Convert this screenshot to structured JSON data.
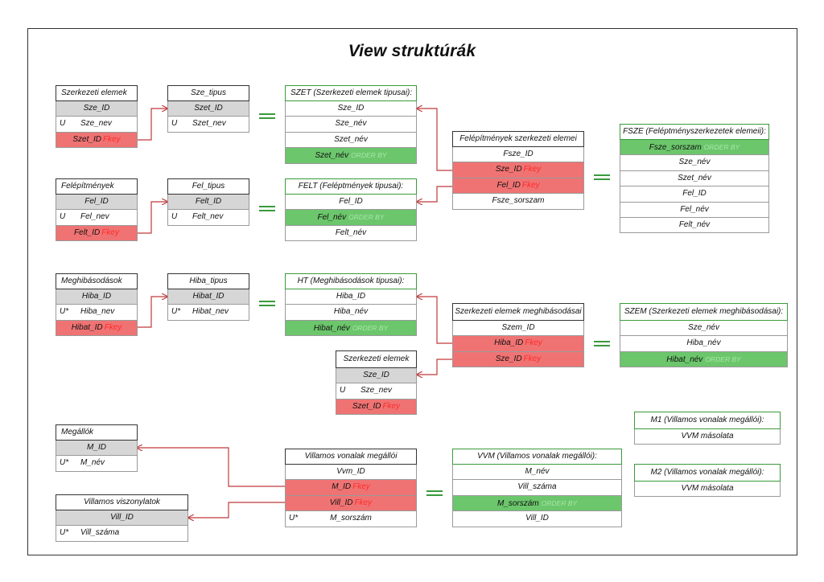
{
  "title": "View struktúrák",
  "tables": [
    {
      "id": "szerk",
      "name": "szerkezeti-elemek-table",
      "header": "Szerkezeti elemek",
      "rows": [
        {
          "text": "Sze_ID",
          "type": "key"
        },
        {
          "text": "Sze_nev",
          "prefix": "U",
          "type": "plain",
          "left": true
        },
        {
          "text": "Szet_ID",
          "tag": "Fkey",
          "type": "fk"
        }
      ]
    },
    {
      "id": "szetip",
      "name": "sze-tipus-table",
      "header": "Sze_tipus",
      "center": true,
      "rows": [
        {
          "text": "Szet_ID",
          "type": "key"
        },
        {
          "text": "Szet_nev",
          "prefix": "U",
          "type": "plain",
          "left": true
        }
      ]
    },
    {
      "id": "szet",
      "name": "szet-view",
      "header": "SZET (Szerkezeti elemek tipusai):",
      "green": true,
      "rows": [
        {
          "text": "Sze_ID",
          "type": "plain"
        },
        {
          "text": "Sze_név",
          "type": "plain"
        },
        {
          "text": "Szet_név",
          "type": "plain"
        },
        {
          "text": "Szet_név",
          "tag": "ORDER BY",
          "type": "ord"
        }
      ]
    },
    {
      "id": "felsz",
      "name": "felepitmenyek-szerkezeti-elemei-table",
      "header": "Felépítmények szerkezeti elemei",
      "center": true,
      "rows": [
        {
          "text": "Fsze_ID",
          "type": "plain"
        },
        {
          "text": "Sze_ID",
          "tag": "Fkey",
          "type": "fk"
        },
        {
          "text": "Fel_ID",
          "tag": "Fkey",
          "type": "fk"
        },
        {
          "text": "Fsze_sorszam",
          "type": "plain"
        }
      ]
    },
    {
      "id": "fsze",
      "name": "fsze-view",
      "header": "FSZE (Feléptményszerkezetek elemeii):",
      "green": true,
      "center": true,
      "rows": [
        {
          "text": "Fsze_sorszam",
          "tag": "ORDER BY",
          "type": "ord"
        },
        {
          "text": "Sze_név",
          "type": "plain"
        },
        {
          "text": "Szet_név",
          "type": "plain"
        },
        {
          "text": "Fel_ID",
          "type": "plain"
        },
        {
          "text": "Fel_név",
          "type": "plain"
        },
        {
          "text": "Felt_név",
          "type": "plain"
        }
      ]
    },
    {
      "id": "fel",
      "name": "felepitmenyek-table",
      "header": "Felépítmények",
      "rows": [
        {
          "text": "Fel_ID",
          "type": "key"
        },
        {
          "text": "Fel_nev",
          "prefix": "U",
          "type": "plain",
          "left": true
        },
        {
          "text": "Felt_ID",
          "tag": "Fkey",
          "type": "fk"
        }
      ]
    },
    {
      "id": "feltip",
      "name": "fel-tipus-table",
      "header": "Fel_tipus",
      "center": true,
      "rows": [
        {
          "text": "Felt_ID",
          "type": "key"
        },
        {
          "text": "Felt_nev",
          "prefix": "U",
          "type": "plain",
          "left": true
        }
      ]
    },
    {
      "id": "felt",
      "name": "felt-view",
      "header": "FELT (Feléptmények tipusai):",
      "green": true,
      "center": true,
      "rows": [
        {
          "text": "Fel_ID",
          "type": "plain"
        },
        {
          "text": "Fel_név",
          "tag": "ORDER BY",
          "type": "ord"
        },
        {
          "text": "Felt_név",
          "type": "plain"
        }
      ]
    },
    {
      "id": "megh",
      "name": "meghibasodasok-table",
      "header": "Meghibásodások",
      "rows": [
        {
          "text": "Hiba_ID",
          "type": "key"
        },
        {
          "text": "Hiba_nev",
          "prefix": "U*",
          "type": "plain",
          "left": true
        },
        {
          "text": "Hibat_ID",
          "tag": "Fkey",
          "type": "fk"
        }
      ]
    },
    {
      "id": "hibatip",
      "name": "hiba-tipus-table",
      "header": "Hiba_tipus",
      "center": true,
      "rows": [
        {
          "text": "Hibat_ID",
          "type": "key"
        },
        {
          "text": "Hibat_nev",
          "prefix": "U*",
          "type": "plain",
          "left": true
        }
      ]
    },
    {
      "id": "ht",
      "name": "ht-view",
      "header": "HT (Meghibásodások tipusai):",
      "green": true,
      "center": true,
      "rows": [
        {
          "text": "Hiba_ID",
          "type": "plain"
        },
        {
          "text": "Hiba_név",
          "type": "plain"
        },
        {
          "text": "Hibat_név",
          "tag": "ORDER BY",
          "type": "ord"
        }
      ]
    },
    {
      "id": "szemh",
      "name": "szerkezeti-elemek-meghibasodasai-table",
      "header": "Szerkezeti elemek meghibásodásai",
      "center": true,
      "wide": true,
      "rows": [
        {
          "text": "Szem_ID",
          "type": "plain"
        },
        {
          "text": "Hiba_ID",
          "tag": "Fkey",
          "type": "fk"
        },
        {
          "text": "Sze_ID",
          "tag": "Fkey",
          "type": "fk"
        }
      ]
    },
    {
      "id": "szem",
      "name": "szem-view",
      "header": "SZEM (Szerkezeti elemek meghibásodásai):",
      "green": true,
      "center": true,
      "wide": true,
      "rows": [
        {
          "text": "Sze_név",
          "type": "plain"
        },
        {
          "text": "Hiba_név",
          "type": "plain"
        },
        {
          "text": "Hibat_név",
          "tag": "ORDER BY",
          "type": "ord"
        }
      ]
    },
    {
      "id": "szerk2",
      "name": "szerkezeti-elemek-table-2",
      "header": "Szerkezeti elemek",
      "center": true,
      "wide": true,
      "rows": [
        {
          "text": "Sze_ID",
          "type": "key"
        },
        {
          "text": "Sze_nev",
          "prefix": "U",
          "type": "plain",
          "left": true
        },
        {
          "text": "Szet_ID",
          "tag": "Fkey",
          "type": "fk"
        }
      ]
    },
    {
      "id": "mega",
      "name": "megallok-table",
      "header": "Megállók",
      "rows": [
        {
          "text": "M_ID",
          "type": "key"
        },
        {
          "text": "M_név",
          "prefix": "U*",
          "type": "plain",
          "left": true
        }
      ]
    },
    {
      "id": "vill",
      "name": "villamos-viszonylatok-table",
      "header": "Villamos viszonylatok",
      "center": true,
      "rows": [
        {
          "text": "Vill_ID",
          "type": "key"
        },
        {
          "text": "Vill_száma",
          "prefix": "U*",
          "type": "plain",
          "left": true
        }
      ]
    },
    {
      "id": "vvm_t",
      "name": "villamos-vonalak-megalloi-table",
      "header": "Villamos vonalak megállói",
      "center": true,
      "rows": [
        {
          "text": "Vvm_ID",
          "type": "plain"
        },
        {
          "text": "M_ID",
          "tag": "Fkey",
          "type": "fk"
        },
        {
          "text": "Vill_ID",
          "tag": "Fkey",
          "type": "fk"
        },
        {
          "text": "M_sorszám",
          "prefix": "U*",
          "type": "plain"
        }
      ]
    },
    {
      "id": "vvm",
      "name": "vvm-view",
      "header": "VVM (Villamos vonalak megállói):",
      "green": true,
      "center": true,
      "rows": [
        {
          "text": "M_név",
          "type": "plain"
        },
        {
          "text": "Vill_száma",
          "type": "plain"
        },
        {
          "text": "M_sorszám",
          "tag": "ORDER BY",
          "type": "ord"
        },
        {
          "text": "Vill_ID",
          "type": "plain"
        }
      ]
    },
    {
      "id": "m1",
      "name": "m1-view",
      "header": "M1 (Villamos vonalak megállói):",
      "green": true,
      "center": true,
      "wide": true,
      "rows": [
        {
          "text": "VVM másolata",
          "type": "plain"
        }
      ]
    },
    {
      "id": "m2",
      "name": "m2-view",
      "header": "M2 (Villamos vonalak megállói):",
      "green": true,
      "center": true,
      "wide": true,
      "rows": [
        {
          "text": "VVM másolata",
          "type": "plain"
        }
      ]
    }
  ],
  "colors": {
    "fkey_row": "#f07373",
    "key_row": "#d6d6d6",
    "order_row": "#6cc66c",
    "arrow": "#c0393b",
    "equals": "#3a9a3a"
  }
}
